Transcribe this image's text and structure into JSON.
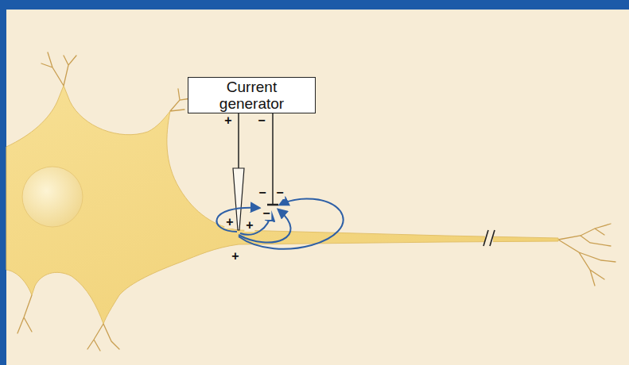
{
  "diagram": {
    "nodes": [
      {
        "text": [
          "Current generator"
        ]
      }
    ],
    "labels": [
      "+",
      "−",
      "−",
      "−",
      "−",
      "+",
      "+",
      "+"
    ]
  }
}
